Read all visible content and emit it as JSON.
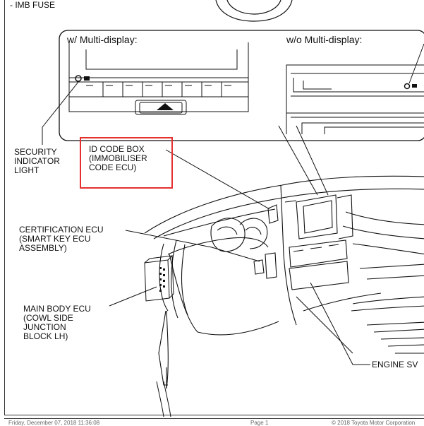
{
  "header": {
    "fuse_label": "- IMB FUSE"
  },
  "insets": {
    "with_display": {
      "title": "w/ Multi-display:"
    },
    "without_display": {
      "title": "w/o Multi-display:"
    }
  },
  "callouts": {
    "security_light": "SECURITY\nINDICATOR\nLIGHT",
    "id_code_box": "ID CODE BOX\n(IMMOBILISER\nCODE ECU)",
    "certification_ecu": "CERTIFICATION ECU\n(SMART KEY ECU\nASSEMBLY)",
    "main_body_ecu": "MAIN BODY ECU\n(COWL SIDE\nJUNCTION\nBLOCK LH)",
    "engine_switch": "ENGINE SV"
  },
  "footer": {
    "left": "Friday, December 07, 2018 11:36:08",
    "center": "Page 1",
    "right": "© 2018 Toyota Motor Corporation"
  },
  "colors": {
    "highlight": "#e53030",
    "ink": "#111111"
  }
}
